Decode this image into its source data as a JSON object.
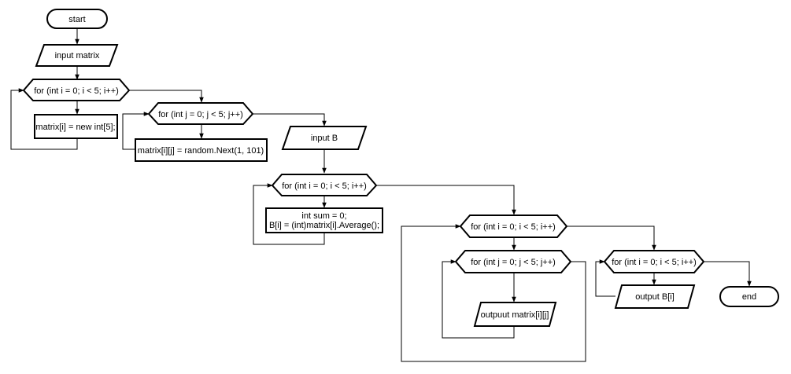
{
  "flowchart": {
    "start": "start",
    "input_matrix": "input matrix",
    "loop_i_alloc": "for (int i = 0; i < 5; i++)",
    "alloc_row": "matrix[i] = new int[5];",
    "loop_j_fill": "for (int j = 0; j < 5; j++)",
    "fill_random": "matrix[i][j] = random.Next(1, 101)",
    "input_b": "input B",
    "loop_i_avg": "for (int i = 0; i < 5; i++)",
    "sum_init": "int sum = 0;",
    "avg_assign": "B[i] = (int)matrix[i].Average();",
    "loop_i_print": "for (int i = 0; i < 5; i++)",
    "loop_j_print": "for (int j = 0; j < 5; j++)",
    "output_matrix": "outpuut matrix[i][j]",
    "loop_i_out_b": "for (int i = 0; i < 5; i++)",
    "output_b": "output B[i]",
    "end": "end"
  }
}
